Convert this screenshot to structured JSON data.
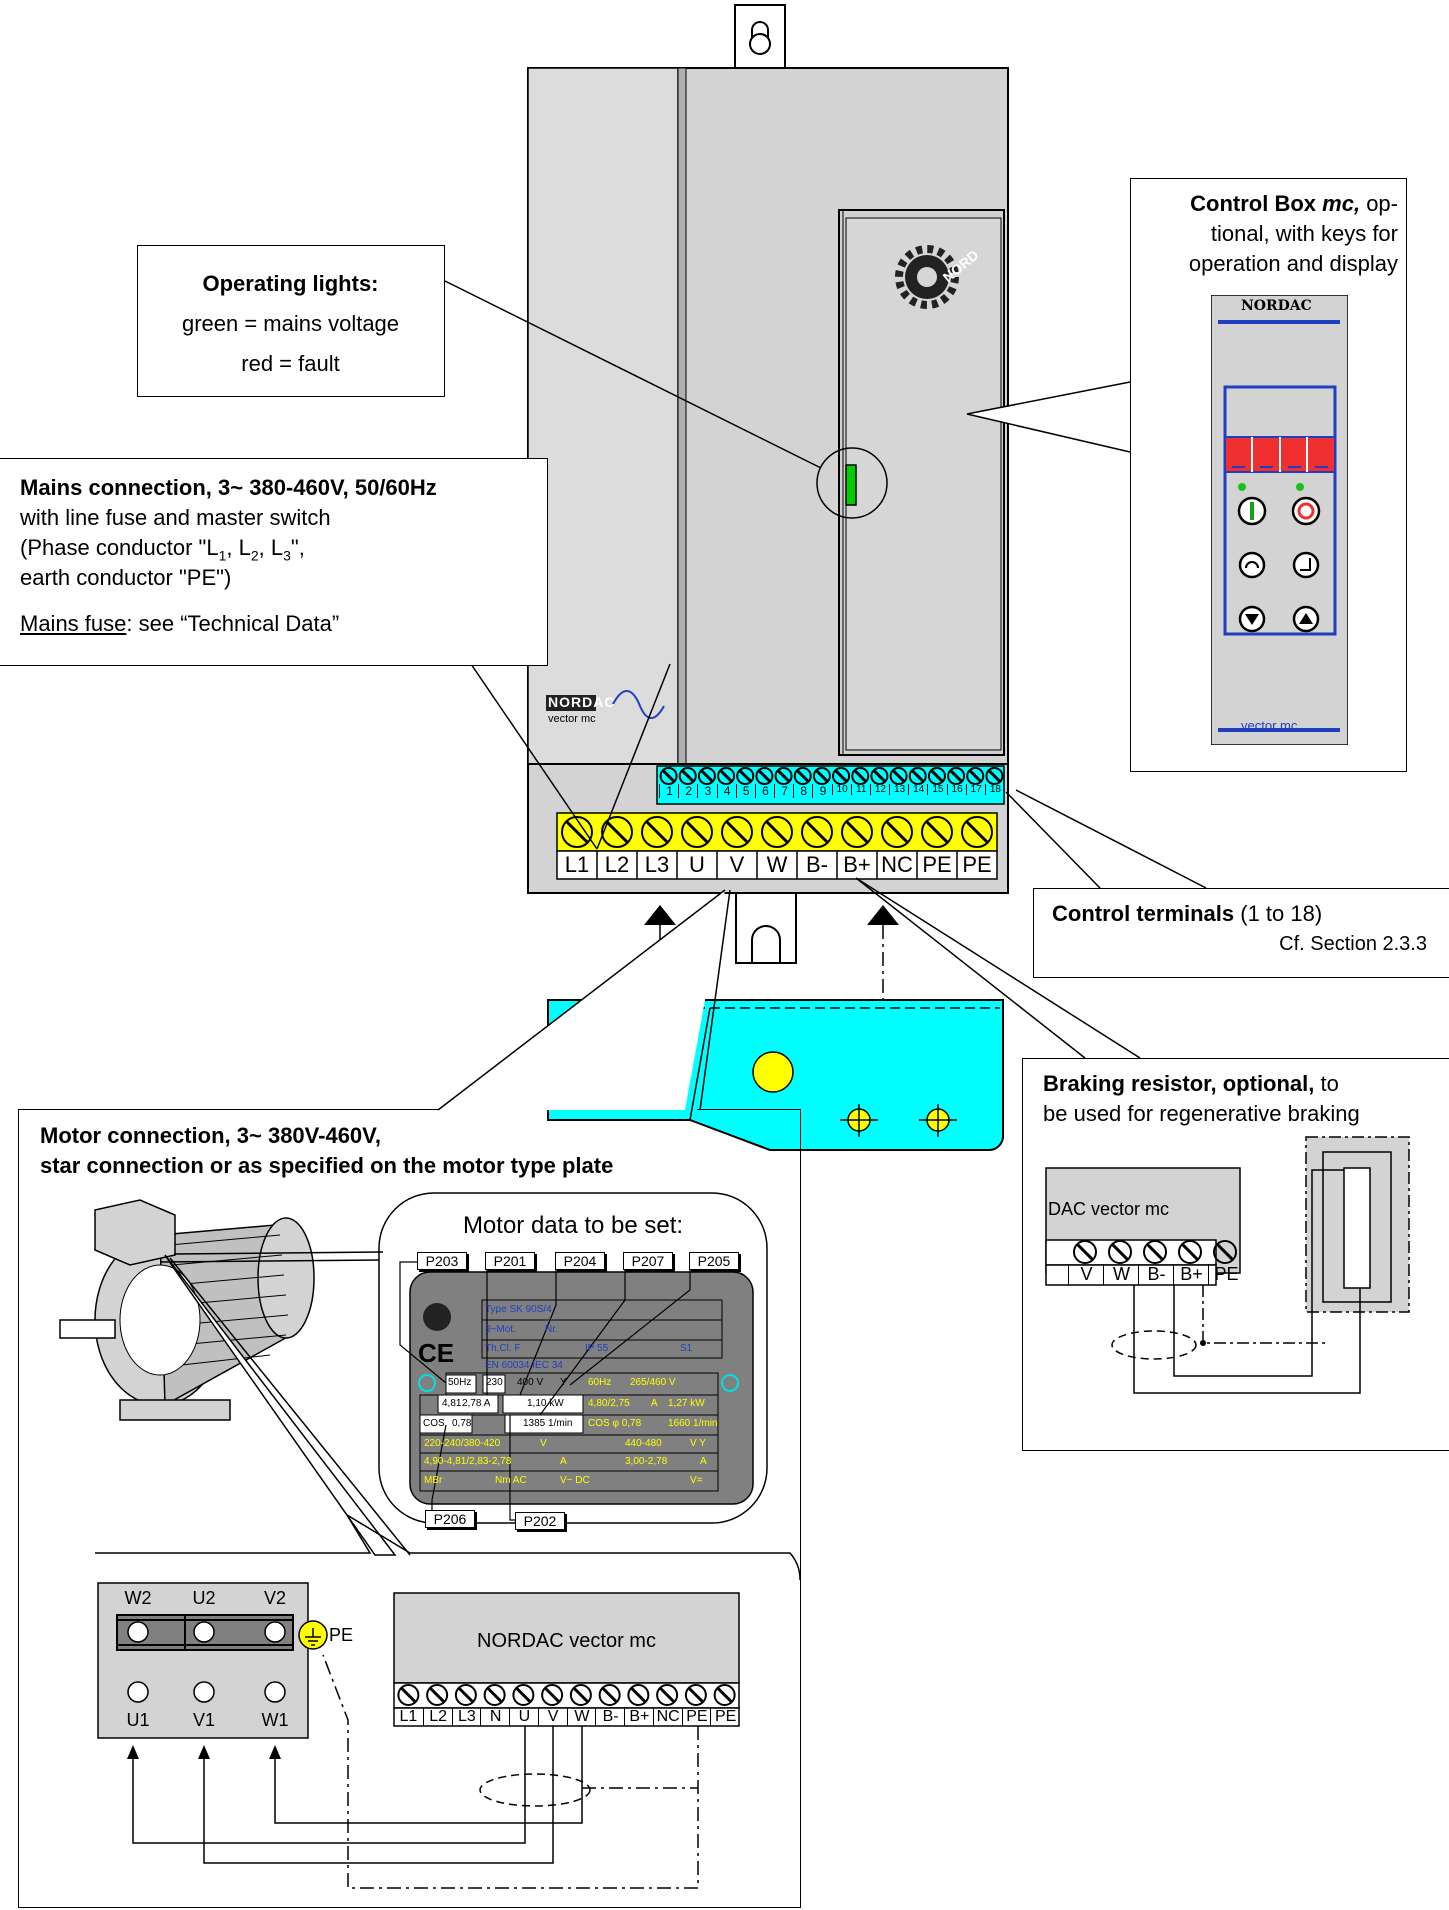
{
  "operating_lights": {
    "title": "Operating lights:",
    "line1": "green = mains voltage",
    "line2": "red = fault"
  },
  "mains_connection": {
    "title": "Mains connection, 3~ 380-460V, 50/60Hz",
    "line1": "with line fuse and master switch",
    "line2_a": "(Phase conductor \"L",
    "sub1": "1",
    "line2_b": ", L",
    "sub2": "2",
    "line2_c": ", L",
    "sub3": "3",
    "line2_d": "\",",
    "line3": "earth conductor \"PE\")",
    "fuse_link": "Mains fuse",
    "fuse_rest": ": see “Technical Data”"
  },
  "control_box": {
    "title_bold": "Control Box ",
    "title_italic": "mc,",
    "title_rest": " op-",
    "line2": "tional, with keys for",
    "line3": "operation and display",
    "brand": "NORDAC",
    "model": "vector  mc"
  },
  "control_terminals": {
    "title": "Control terminals",
    "range": " (1 to 18)",
    "ref": "Cf. Section 2.3.3",
    "numbers": [
      "1",
      "2",
      "3",
      "4",
      "5",
      "6",
      "7",
      "8",
      "9",
      "10",
      "11",
      "12",
      "13",
      "14",
      "15",
      "16",
      "17",
      "18"
    ]
  },
  "power_terminals": [
    "L1",
    "L2",
    "L3",
    "U",
    "V",
    "W",
    "B-",
    "B+",
    "NC",
    "PE",
    "PE"
  ],
  "inverter": {
    "brand": "NORDAC",
    "model": "vector mc",
    "logo_text": "NORD"
  },
  "braking_resistor": {
    "title_bold": "Braking resistor, optional,",
    "title_rest": " to",
    "line2": "be used for regenerative braking",
    "device_label": "DAC vector mc",
    "terminals": [
      "V",
      "W",
      "B-",
      "B+",
      "PE"
    ]
  },
  "motor_connection": {
    "title1": "Motor connection, 3~ 380V-460V,",
    "title2": "star connection or as specified on the motor type plate",
    "data_title": "Motor data to be set:",
    "params_top": [
      "P203",
      "P201",
      "P204",
      "P207",
      "P205"
    ],
    "params_bottom": [
      "P206",
      "P202"
    ],
    "plate": {
      "type": "Type SK  90S/4",
      "mot": "3~Mot.",
      "nr": "Nr.",
      "thcl": "Th.Cl. F",
      "ip": "IP 55",
      "s1": "S1",
      "en": "EN 60034  IEC 34",
      "hz50": "50Hz",
      "v230": "230",
      "v400": "400  V",
      "y": "Y",
      "hz60": "60Hz",
      "v60": "265/460  V",
      "a1": "4,81",
      "a2": "2,78  A",
      "kw": "1,10  kW",
      "a60": "4,80/2,75",
      "a60u": "A",
      "kw60": "1,27 kW",
      "cos": "COS",
      "phi": "φ",
      "cosv": "0,78",
      "rpm": "1385  1/min",
      "cos60": "COS φ 0,78",
      "rpm60": "1660  1/min",
      "range1": "220-240/380-420",
      "range1u": "V",
      "range2": "440-480",
      "range2u": "V Y",
      "cur1": "4,90-4,81/2,83-2,78",
      "cur1u": "A",
      "cur2": "3,00-2,78",
      "cur2u": "A",
      "mbr": "MBr",
      "nm": "Nm  AC",
      "vdc": "V~  DC",
      "vp": "V="
    },
    "terminal_box": {
      "top": [
        "W2",
        "U2",
        "V2"
      ],
      "bottom": [
        "U1",
        "V1",
        "W1"
      ],
      "pe": "PE"
    },
    "inverter_label": "NORDAC vector mc",
    "terminals": [
      "L1",
      "L2",
      "L3",
      "N",
      "U",
      "V",
      "W",
      "B-",
      "B+",
      "NC",
      "PE",
      "PE"
    ]
  },
  "colors": {
    "housing": "#d3d3d3",
    "yellow_terminals": "#ffff00",
    "cyan_terminals": "#00ffff",
    "plate": "#808080",
    "plate_text": "#ffff00",
    "plate_blue": "#1f3fbf",
    "display_red": "#f03030",
    "key_green": "#19a019"
  }
}
